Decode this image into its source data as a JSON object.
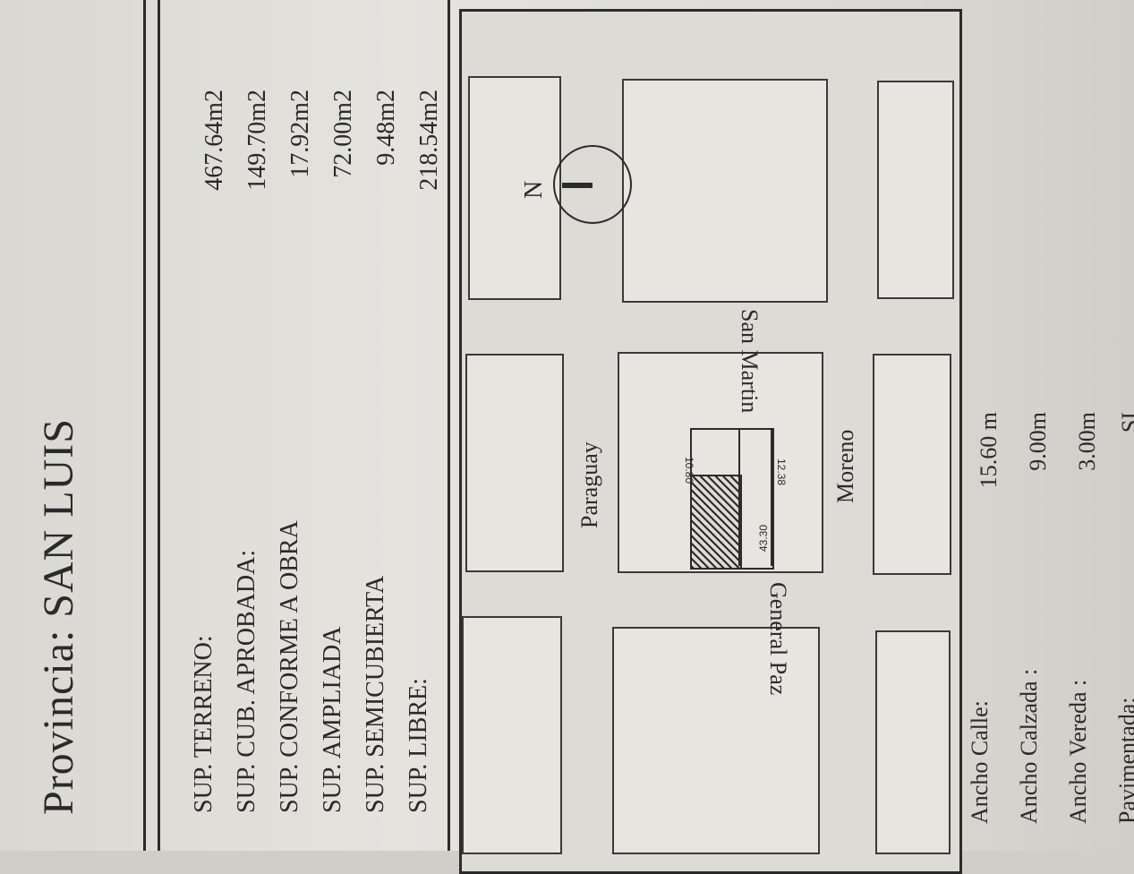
{
  "header": {
    "province": "Provincia: SAN LUIS"
  },
  "surfaces": [
    {
      "label": "SUP. TERRENO:",
      "value": "467.64m2"
    },
    {
      "label": "SUP. CUB. APROBADA:",
      "value": "149.70m2"
    },
    {
      "label": "SUP. CONFORME A OBRA",
      "value": "17.92m2"
    },
    {
      "label": "SUP. AMPLIADA",
      "value": "72.00m2"
    },
    {
      "label": "SUP. SEMICUBIERTA",
      "value": "9.48m2"
    },
    {
      "label": "SUP. LIBRE:",
      "value": "218.54m2"
    }
  ],
  "map": {
    "north": "N",
    "streets": {
      "san_martin": "San Martin",
      "paraguay": "Paraguay",
      "moreno": "Moreno",
      "general_paz": "General Paz"
    },
    "dimensions": {
      "d1": "10.80",
      "d2": "12.38",
      "d3": "43.30"
    }
  },
  "street_info": [
    {
      "label": "Ancho Calle:",
      "value": "15.60 m"
    },
    {
      "label": "Ancho Calzada :",
      "value": "9.00m"
    },
    {
      "label": "Ancho Vereda :",
      "value": "3.00m"
    },
    {
      "label": "Pavimentada:",
      "value": "SI"
    }
  ]
}
